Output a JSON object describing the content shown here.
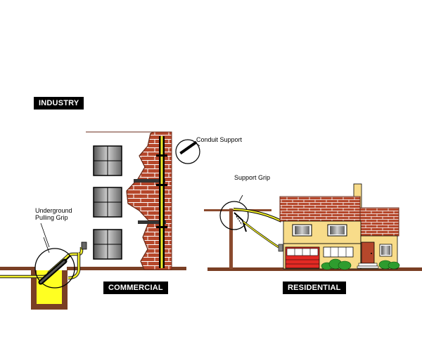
{
  "sections": {
    "industry": "INDUSTRY",
    "commercial": "COMMERCIAL",
    "residential": "RESIDENTIAL"
  },
  "callouts": {
    "conduit_support": "Conduit Support",
    "support_grip": "Support Grip",
    "underground_line1": "Underground",
    "underground_line2": "Pulling Grip"
  },
  "colors": {
    "brick": "#b5472b",
    "mortar": "#ffffff",
    "ground": "#7a3f24",
    "cable_yellow": "#f1ee2a",
    "pit_yellow": "#ffff22",
    "house_wall": "#f8dc8a",
    "garage_door": "#e22a24",
    "pole": "#8a4a2e",
    "shrub": "#2e9c2e"
  }
}
